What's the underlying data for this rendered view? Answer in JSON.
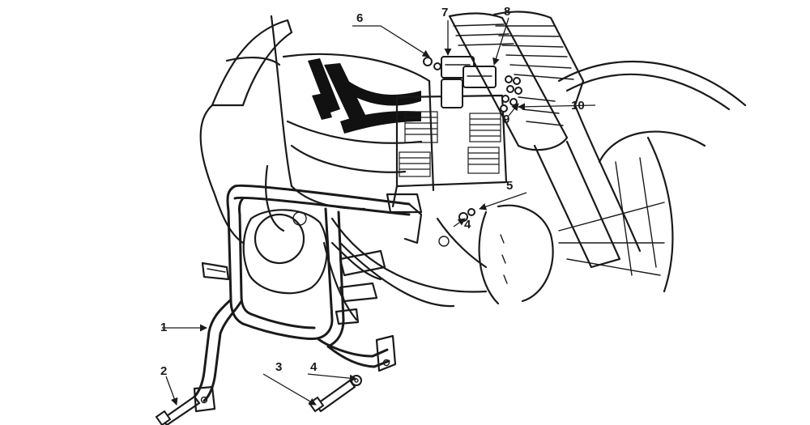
{
  "diagram": {
    "callouts": [
      {
        "id": "1",
        "label": "1"
      },
      {
        "id": "2",
        "label": "2"
      },
      {
        "id": "3",
        "label": "3"
      },
      {
        "id": "4a",
        "label": "4"
      },
      {
        "id": "4b",
        "label": "4"
      },
      {
        "id": "5",
        "label": "5"
      },
      {
        "id": "6",
        "label": "6"
      },
      {
        "id": "7",
        "label": "7"
      },
      {
        "id": "8",
        "label": "8"
      },
      {
        "id": "9",
        "label": "9"
      },
      {
        "id": "10",
        "label": "10"
      }
    ]
  },
  "colors": {
    "line": "#1a1a1a",
    "background": "#ffffff"
  }
}
